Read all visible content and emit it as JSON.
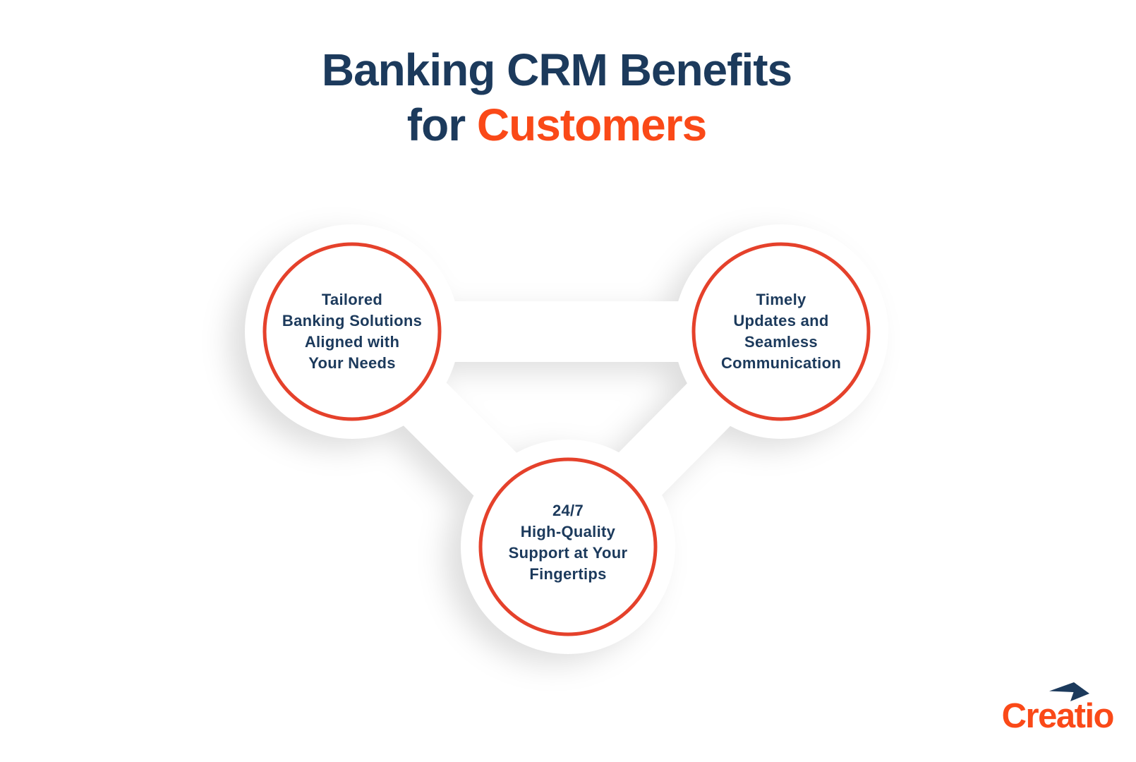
{
  "title": {
    "line1": "Banking CRM Benefits",
    "line2_prefix": "for ",
    "line2_highlight": "Customers"
  },
  "colors": {
    "navy": "#1C3A5C",
    "orange": "#FA4918",
    "circle_stroke": "#E5412B",
    "background": "#FFFFFF"
  },
  "nodes": [
    {
      "id": "tailored-banking-solutions",
      "lines": [
        "Tailored",
        "Banking Solutions",
        "Aligned with",
        "Your Needs"
      ]
    },
    {
      "id": "timely-updates-communication",
      "lines": [
        "Timely",
        "Updates and",
        "Seamless",
        "Communication"
      ]
    },
    {
      "id": "support-fingertips",
      "lines": [
        "24/7",
        "High-Quality",
        "Support at Your",
        "Fingertips"
      ]
    }
  ],
  "logo": {
    "text": "Creatio"
  }
}
